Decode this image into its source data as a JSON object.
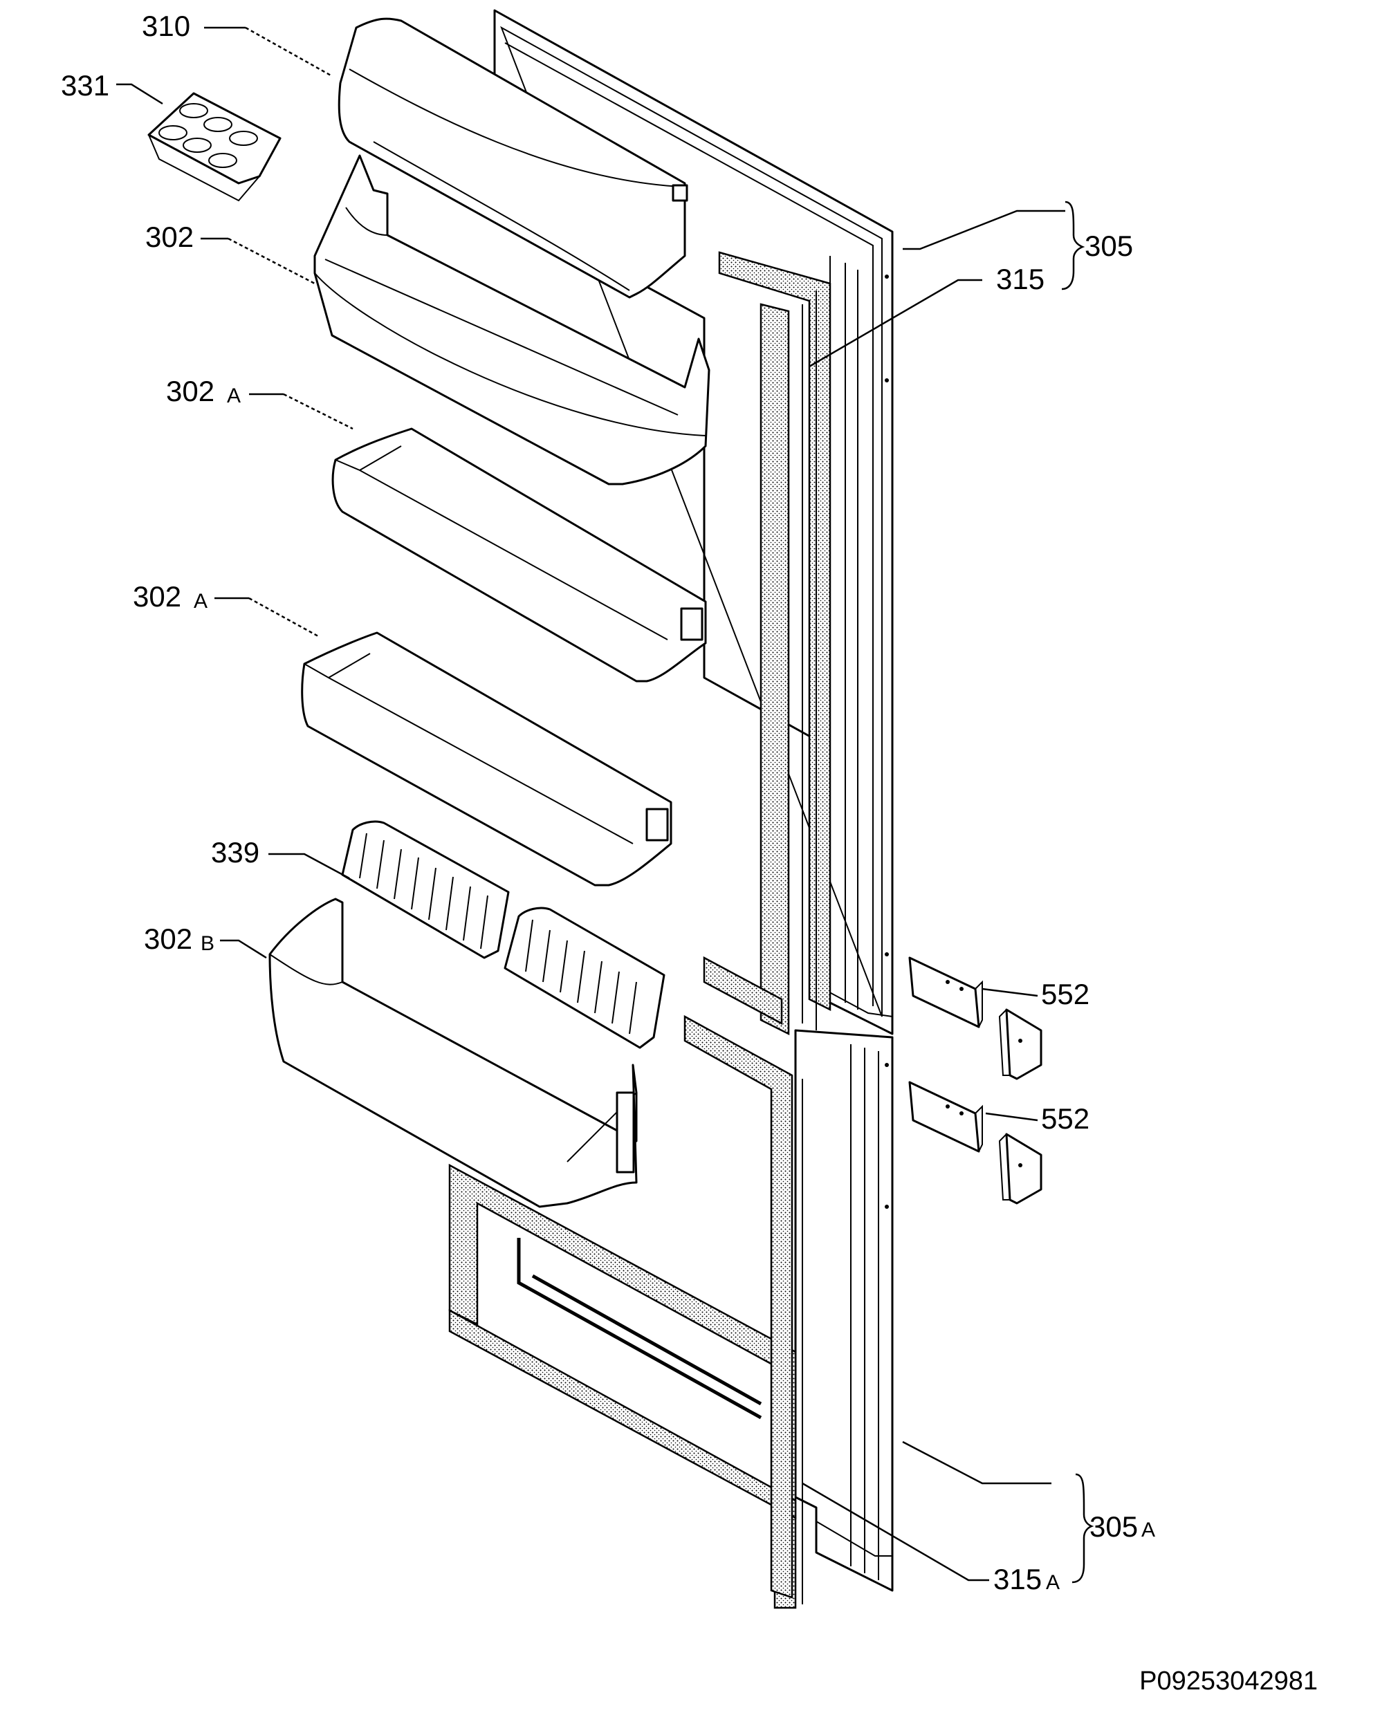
{
  "labels": {
    "l310": "310",
    "l331": "331",
    "l302": "302",
    "l302a1_num": "302",
    "l302a1_suf": "A",
    "l302a2_num": "302",
    "l302a2_suf": "A",
    "l339": "339",
    "l302b_num": "302",
    "l302b_suf": "B",
    "l305": "305",
    "l315": "315",
    "l552_top": "552",
    "l552_bottom": "552",
    "l305a_num": "305",
    "l305a_suf": "A",
    "l315a_num": "315",
    "l315a_suf": "A"
  },
  "drawing_code": "P09253042981"
}
